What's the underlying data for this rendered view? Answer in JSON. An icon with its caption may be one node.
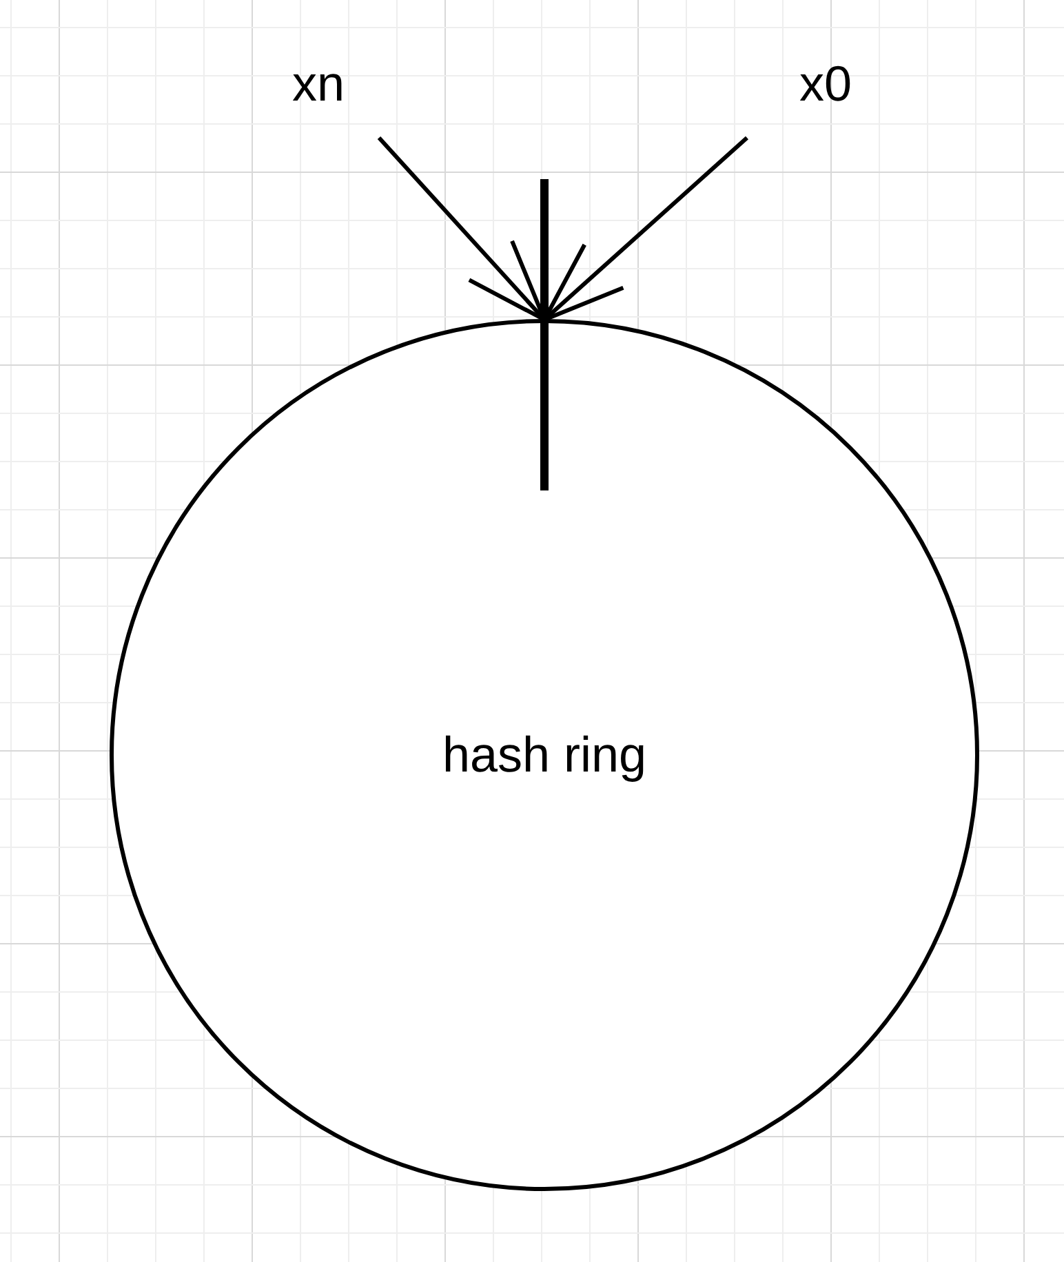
{
  "diagram": {
    "nodes": [
      {
        "text": [
          "xn"
        ]
      },
      {
        "text": [
          "x0"
        ]
      },
      {
        "text": [
          "hash ring"
        ]
      }
    ],
    "edges": [
      {
        "from": 0,
        "to": 2,
        "arrow": "to"
      },
      {
        "from": 1,
        "to": 2,
        "arrow": "to"
      }
    ]
  }
}
